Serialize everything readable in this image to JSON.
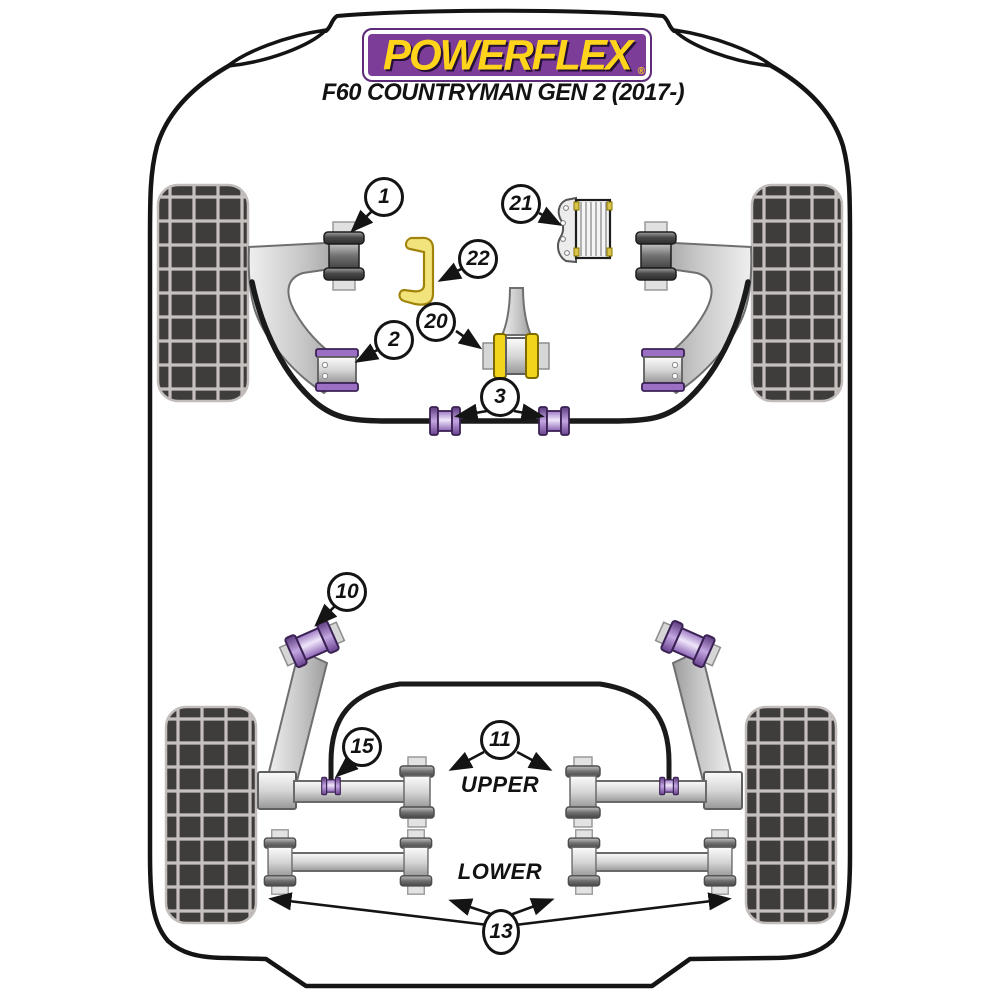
{
  "header": {
    "brand": "POWERFLEX",
    "registered": "®",
    "subtitle": "F60 COUNTRYMAN GEN 2 (2017-)"
  },
  "diagram": {
    "description": "Powerflex polyurethane bush fitment diagram, car underside schematic with numbered part callouts",
    "section_labels": {
      "upper": "UPPER",
      "lower": "LOWER"
    },
    "callouts": [
      {
        "ref": "1"
      },
      {
        "ref": "2"
      },
      {
        "ref": "3"
      },
      {
        "ref": "10"
      },
      {
        "ref": "11"
      },
      {
        "ref": "13"
      },
      {
        "ref": "15"
      },
      {
        "ref": "20"
      },
      {
        "ref": "21"
      },
      {
        "ref": "22"
      }
    ],
    "colors": {
      "brand_purple": "#7b3d97",
      "brand_yellow": "#ffd41a",
      "poly_purple": "#9a6fc4",
      "poly_yellow": "#f2d41c",
      "outline_black": "#141414",
      "tire_gray": "#3f3c3c"
    }
  }
}
